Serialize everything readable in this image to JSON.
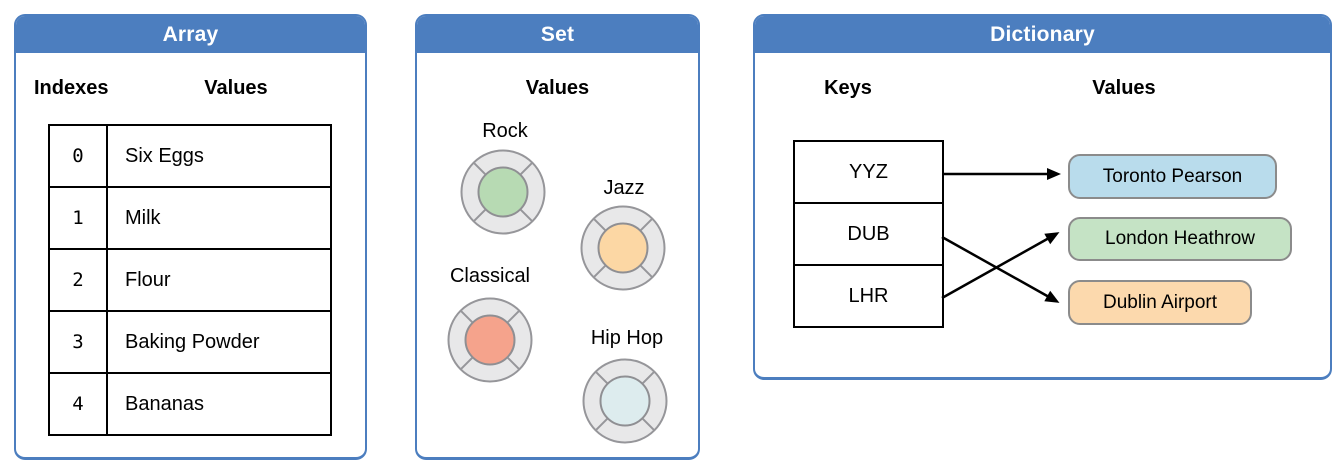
{
  "colors": {
    "header_blue": "#4c7ebf",
    "table_border": "#000000",
    "ring_fill": "#e8e8e9",
    "ring_stroke": "#96969a",
    "pill_border": "#8b8b8b",
    "arrow": "#000000"
  },
  "panels": {
    "array": {
      "title": "Array",
      "heading_indexes": "Indexes",
      "heading_values": "Values",
      "rows": [
        {
          "index": "0",
          "value": "Six Eggs"
        },
        {
          "index": "1",
          "value": "Milk"
        },
        {
          "index": "2",
          "value": "Flour"
        },
        {
          "index": "3",
          "value": "Baking Powder"
        },
        {
          "index": "4",
          "value": "Bananas"
        }
      ]
    },
    "set": {
      "title": "Set",
      "heading_values": "Values",
      "items": [
        {
          "label": "Rock",
          "color": "#b7dab3"
        },
        {
          "label": "Jazz",
          "color": "#fcd7a4"
        },
        {
          "label": "Classical",
          "color": "#f5a38c"
        },
        {
          "label": "Hip Hop",
          "color": "#ddecee"
        }
      ]
    },
    "dictionary": {
      "title": "Dictionary",
      "heading_keys": "Keys",
      "heading_values": "Values",
      "keys": [
        "YYZ",
        "DUB",
        "LHR"
      ],
      "values": [
        {
          "label": "Toronto Pearson",
          "color": "#b9dcec"
        },
        {
          "label": "London Heathrow",
          "color": "#c5e3c5"
        },
        {
          "label": "Dublin Airport",
          "color": "#fcd9ad"
        }
      ],
      "mappings": [
        {
          "key": "YYZ",
          "value": "Toronto Pearson"
        },
        {
          "key": "DUB",
          "value": "Dublin Airport"
        },
        {
          "key": "LHR",
          "value": "London Heathrow"
        }
      ]
    }
  }
}
